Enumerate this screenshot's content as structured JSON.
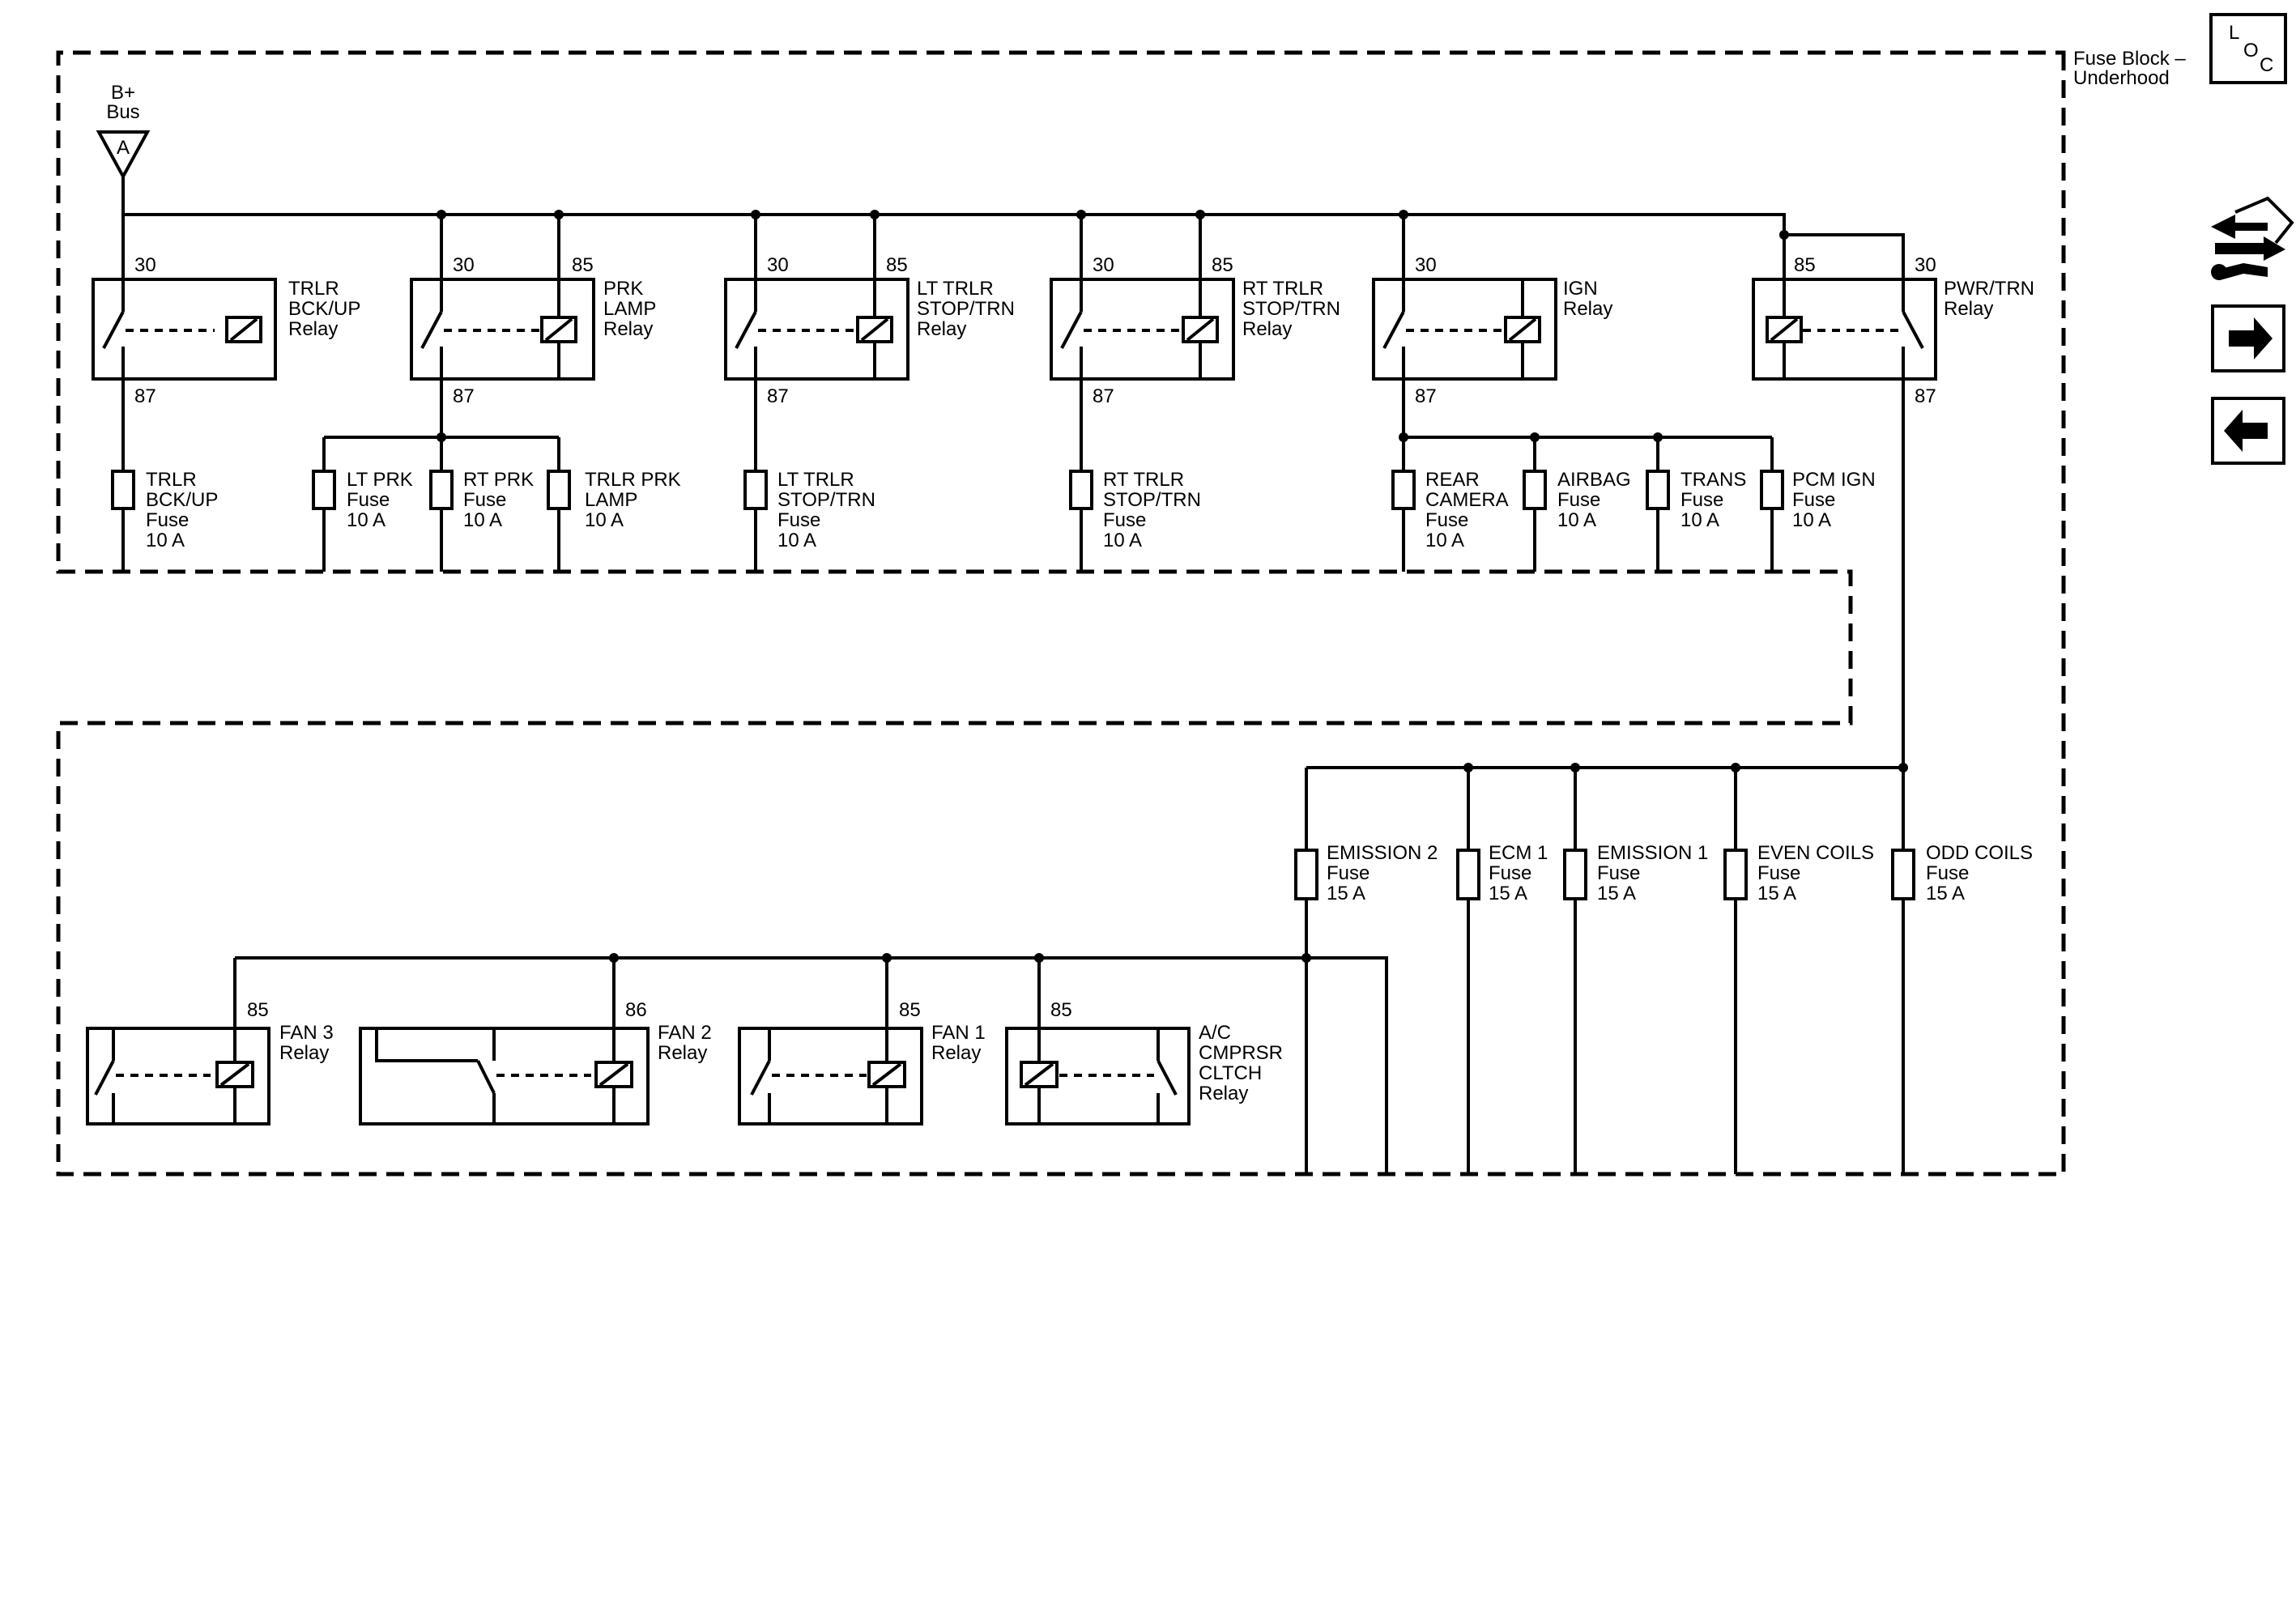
{
  "fuse_block_label": [
    "Fuse Block –",
    "Underhood"
  ],
  "bus_label": [
    "B+",
    "Bus"
  ],
  "bus_connector": "A",
  "nav": {
    "loc_letters": [
      "L",
      "O",
      "C"
    ],
    "icons": [
      "component-swap-icon",
      "arrow-right-icon",
      "arrow-left-icon"
    ]
  },
  "relays_upper": [
    {
      "lines": [
        "TRLR",
        "BCK/UP",
        "Relay"
      ],
      "pins": [
        "30",
        "87"
      ]
    },
    {
      "lines": [
        "PRK",
        "LAMP",
        "Relay"
      ],
      "pins": [
        "30",
        "85",
        "87"
      ]
    },
    {
      "lines": [
        "LT TRLR",
        "STOP/TRN",
        "Relay"
      ],
      "pins": [
        "30",
        "85",
        "87"
      ]
    },
    {
      "lines": [
        "RT TRLR",
        "STOP/TRN",
        "Relay"
      ],
      "pins": [
        "30",
        "85",
        "87"
      ]
    },
    {
      "lines": [
        "IGN",
        "Relay"
      ],
      "pins": [
        "30",
        "87"
      ]
    },
    {
      "lines": [
        "PWR/TRN",
        "Relay"
      ],
      "pins": [
        "85",
        "30",
        "87"
      ]
    }
  ],
  "fuses_upper": [
    {
      "lines": [
        "TRLR",
        "BCK/UP",
        "Fuse",
        "10 A"
      ]
    },
    {
      "lines": [
        "LT PRK",
        "Fuse",
        "10 A"
      ]
    },
    {
      "lines": [
        "RT PRK",
        "Fuse",
        "10 A"
      ]
    },
    {
      "lines": [
        "TRLR PRK",
        "LAMP",
        "10 A"
      ]
    },
    {
      "lines": [
        "LT TRLR",
        "STOP/TRN",
        "Fuse",
        "10 A"
      ]
    },
    {
      "lines": [
        "RT TRLR",
        "STOP/TRN",
        "Fuse",
        "10 A"
      ]
    },
    {
      "lines": [
        "REAR",
        "CAMERA",
        "Fuse",
        "10 A"
      ]
    },
    {
      "lines": [
        "AIRBAG",
        "Fuse",
        "10 A"
      ]
    },
    {
      "lines": [
        "TRANS",
        "Fuse",
        "10 A"
      ]
    },
    {
      "lines": [
        "PCM IGN",
        "Fuse",
        "10 A"
      ]
    }
  ],
  "fuses_lower": [
    {
      "lines": [
        "EMISSION 2",
        "Fuse",
        "15 A"
      ]
    },
    {
      "lines": [
        "ECM 1",
        "Fuse",
        "15 A"
      ]
    },
    {
      "lines": [
        "EMISSION 1",
        "Fuse",
        "15 A"
      ]
    },
    {
      "lines": [
        "EVEN COILS",
        "Fuse",
        "15 A"
      ]
    },
    {
      "lines": [
        "ODD COILS",
        "Fuse",
        "15 A"
      ]
    }
  ],
  "relays_lower": [
    {
      "lines": [
        "FAN 3",
        "Relay"
      ],
      "pin": "85"
    },
    {
      "lines": [
        "FAN 2",
        "Relay"
      ],
      "pin": "86"
    },
    {
      "lines": [
        "FAN 1",
        "Relay"
      ],
      "pin": "85"
    },
    {
      "lines": [
        "A/C",
        "CMPRSR",
        "CLTCH",
        "Relay"
      ],
      "pin": "85"
    }
  ]
}
